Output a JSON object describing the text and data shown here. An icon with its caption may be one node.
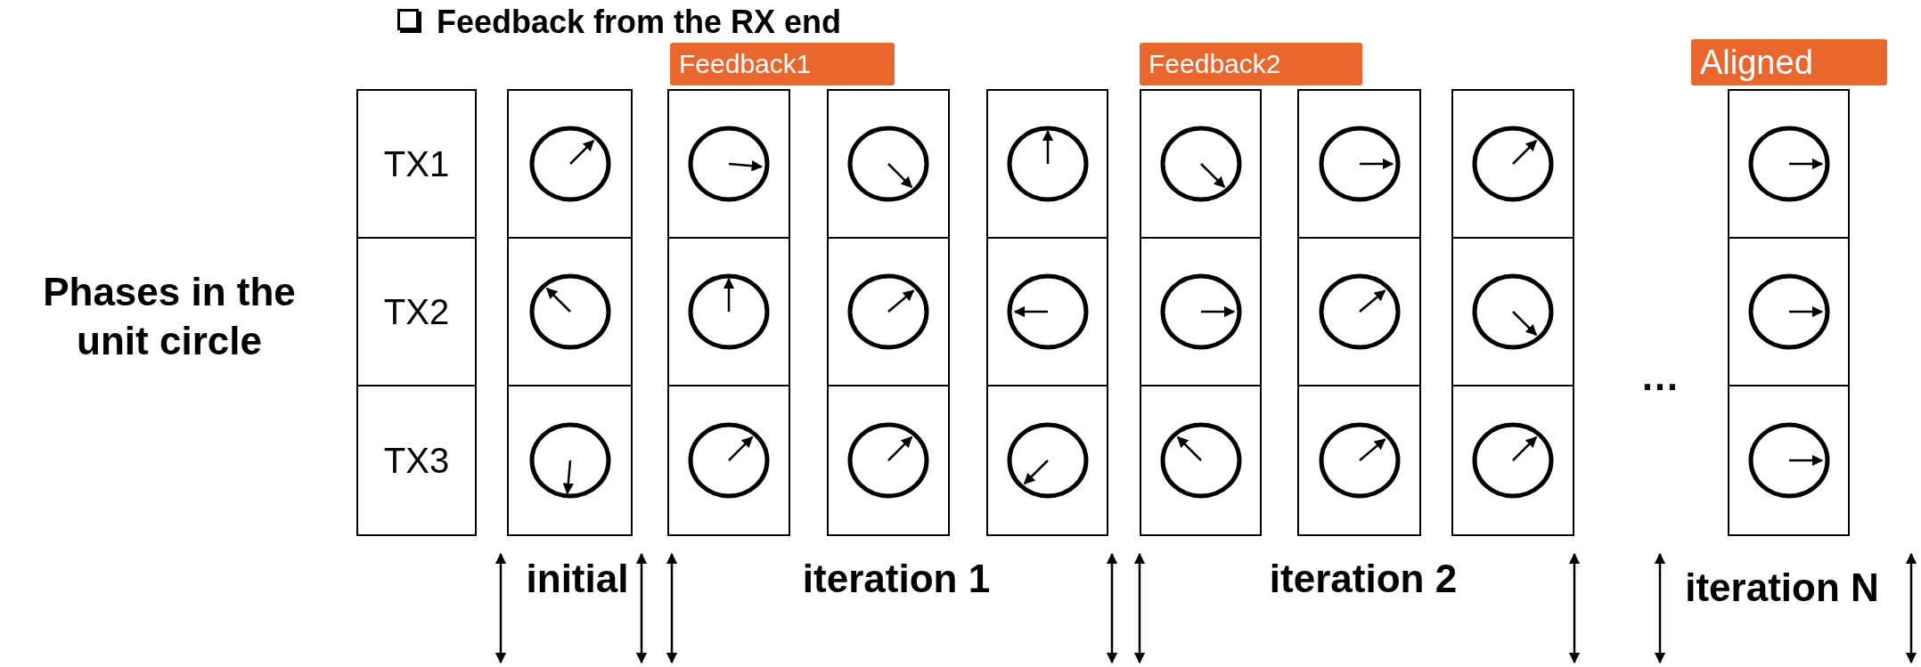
{
  "diagram": {
    "nodes": [
      {
        "text": [
          "Feedback1"
        ]
      },
      {
        "text": [
          "Feedback2"
        ]
      },
      {
        "text": [
          "Aligned"
        ]
      },
      {
        "text": [
          "TX1"
        ]
      },
      {
        "text": [],
        "shape": "box"
      },
      {
        "text": [],
        "shape": "box"
      },
      {
        "text": [],
        "shape": "box"
      },
      {
        "text": [],
        "shape": "box"
      },
      {
        "text": [],
        "shape": "box"
      },
      {
        "text": [],
        "shape": "box"
      },
      {
        "text": [],
        "shape": "box"
      },
      {
        "text": [],
        "shape": "box"
      },
      {
        "text": [
          "TX2"
        ]
      },
      {
        "text": [],
        "shape": "box"
      },
      {
        "text": [],
        "shape": "box"
      },
      {
        "text": [],
        "shape": "box"
      },
      {
        "text": [],
        "shape": "box"
      },
      {
        "text": [],
        "shape": "box"
      },
      {
        "text": [],
        "shape": "box"
      },
      {
        "text": [],
        "shape": "box"
      },
      {
        "text": [],
        "shape": "box"
      },
      {
        "text": [
          "TX3"
        ]
      },
      {
        "text": [],
        "shape": "box"
      },
      {
        "text": [],
        "shape": "box"
      },
      {
        "text": [],
        "shape": "box"
      },
      {
        "text": [],
        "shape": "box"
      },
      {
        "text": [],
        "shape": "box"
      },
      {
        "text": [],
        "shape": "box"
      },
      {
        "text": [],
        "shape": "box"
      },
      {
        "text": [],
        "shape": "box"
      }
    ],
    "labels": [
      "Feedback from the RX end",
      "Phases in the unit circle",
      "…",
      "initial",
      "iteration 1",
      "iteration 2",
      "iteration N"
    ]
  }
}
